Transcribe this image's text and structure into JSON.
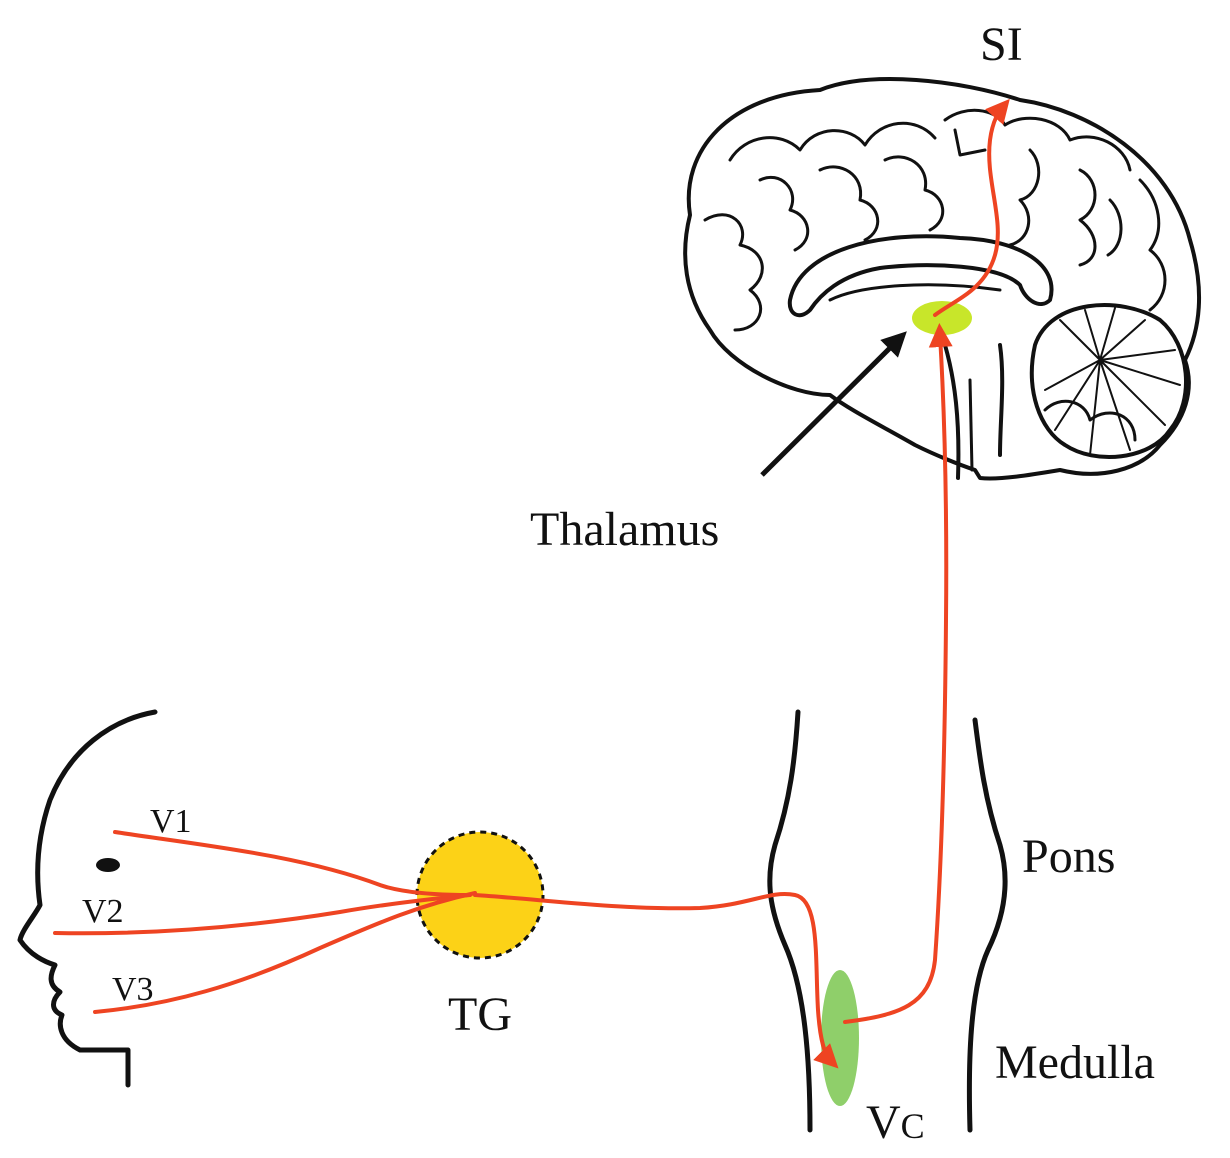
{
  "labels": {
    "si": "SI",
    "thalamus": "Thalamus",
    "pons": "Pons",
    "medulla": "Medulla",
    "tg": "TG",
    "vc_main": "V",
    "vc_sub": "C",
    "v1": "V1",
    "v2": "V2",
    "v3": "V3"
  },
  "colors": {
    "pathway": "#ee4422",
    "tg_fill": "#fcd217",
    "vc_fill": "#8fcf6a",
    "thalamus_fill": "#c8e62a",
    "outline": "#111111"
  }
}
